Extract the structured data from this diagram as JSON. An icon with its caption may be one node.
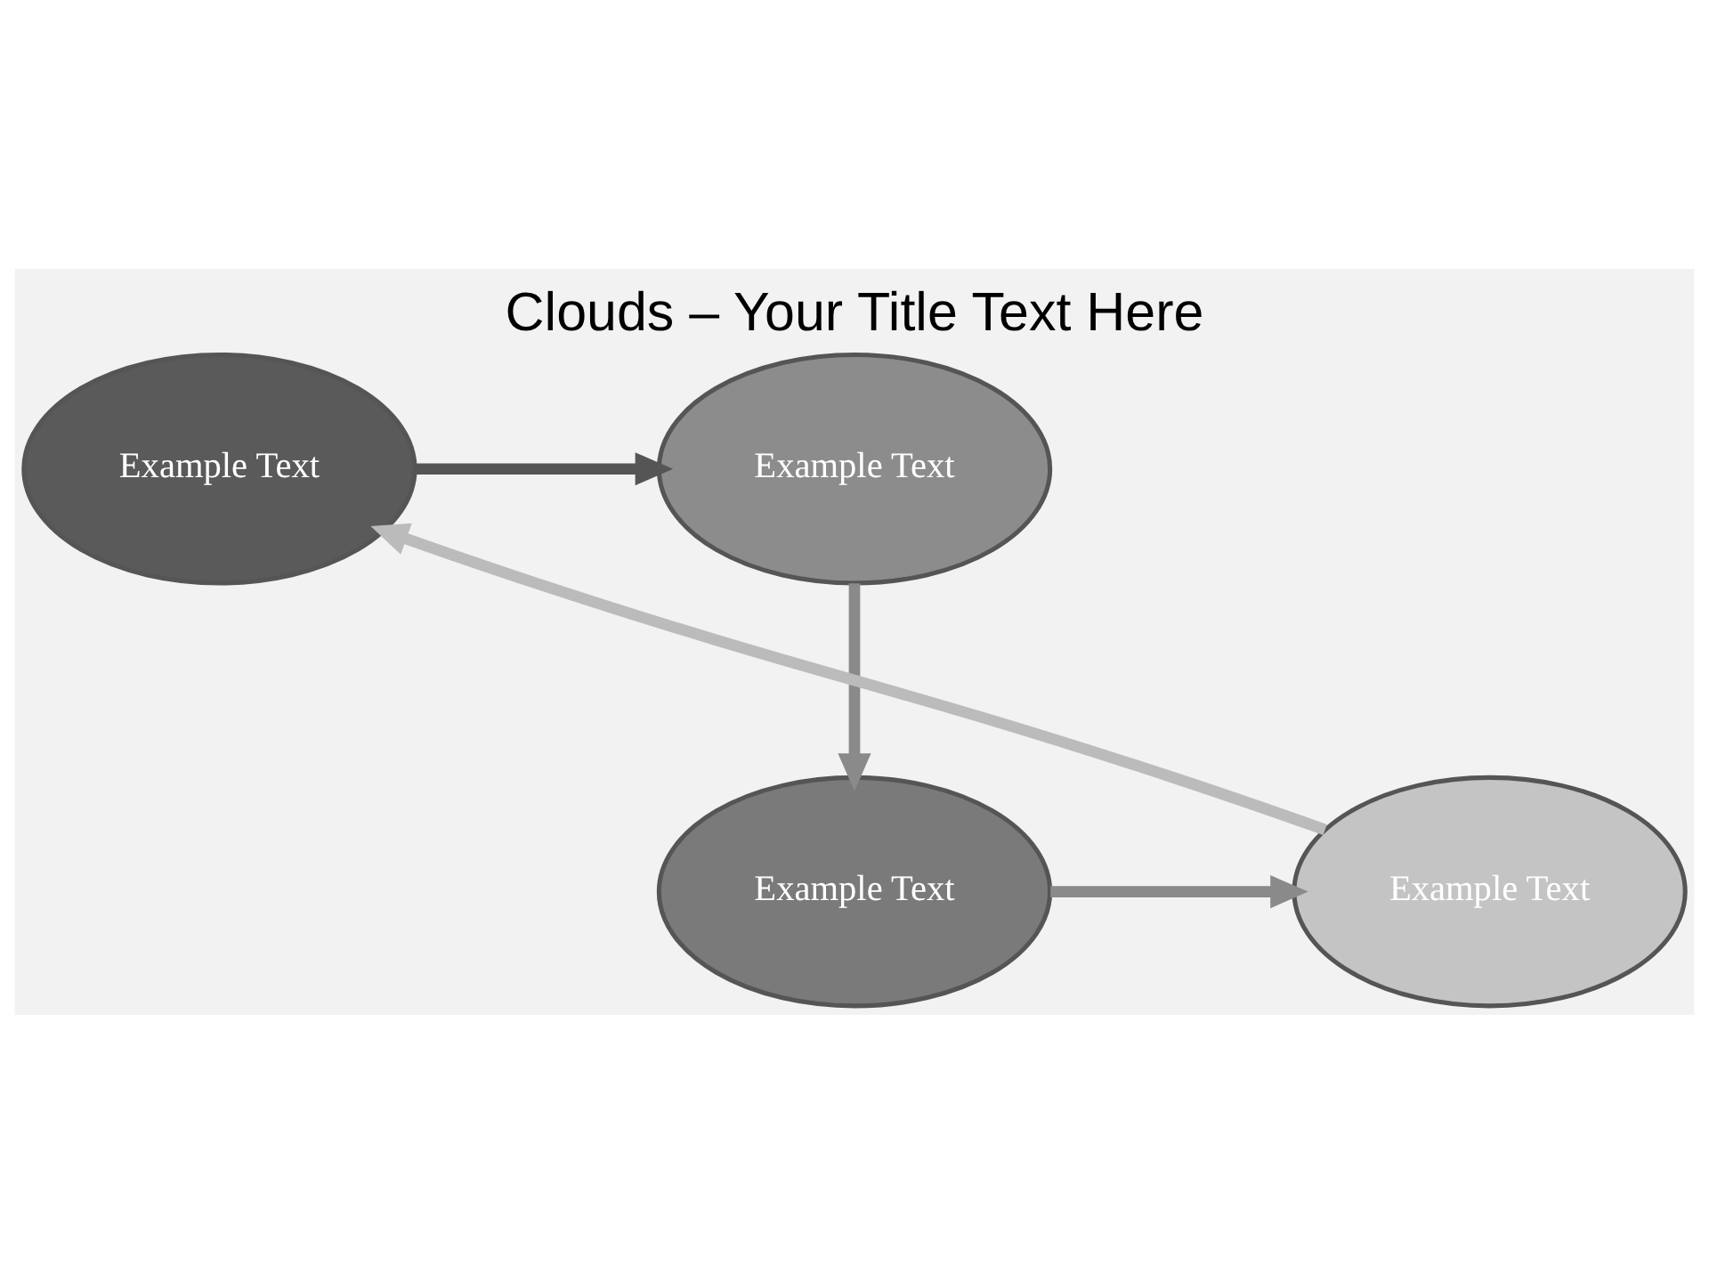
{
  "diagram": {
    "title": "Clouds – Your Title Text Here",
    "nodes": [
      {
        "text": [
          "Example Text"
        ]
      },
      {
        "text": [
          "Example Text"
        ]
      },
      {
        "text": [
          "Example Text"
        ]
      },
      {
        "text": [
          "Example Text"
        ]
      }
    ],
    "edges": [
      {
        "from": 1,
        "to": 0,
        "arrow": "to",
        "color": "#555555"
      },
      {
        "from": 0,
        "to": 2,
        "arrow": "to"
      },
      {
        "from": 2,
        "to": 3,
        "arrow": "to"
      },
      {
        "from": 3,
        "to": 1,
        "arrow": "to",
        "color": "#bbbbbb"
      }
    ]
  }
}
